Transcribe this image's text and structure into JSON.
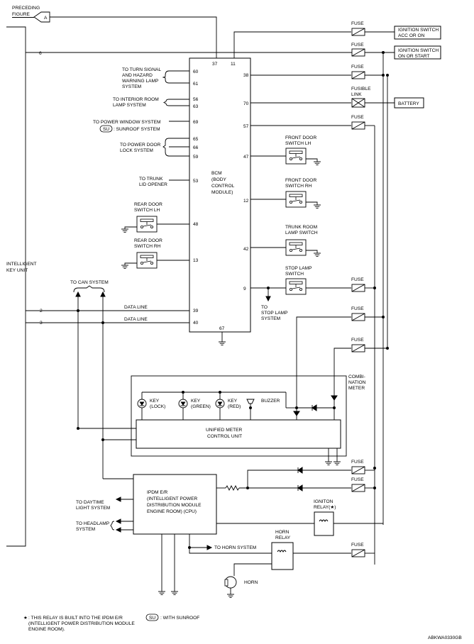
{
  "preceding": {
    "line1": "PRECEDING",
    "line2": "FIGURE",
    "marker": "A"
  },
  "iku": {
    "line1": "INTELLIGENT",
    "line2": "KEY UNIT",
    "pin6": "6",
    "pin2": "2",
    "pin3": "3"
  },
  "bcm": {
    "line1": "BCM",
    "line2": "(BODY",
    "line3": "CONTROL",
    "line4": "MODULE)",
    "pins": {
      "p37": "37",
      "p11": "11",
      "p60": "60",
      "p61": "61",
      "p56": "56",
      "p63": "63",
      "p69": "69",
      "p65": "65",
      "p66": "66",
      "p59": "59",
      "p53": "53",
      "p48": "48",
      "p13": "13",
      "p39": "39",
      "p40": "40",
      "p67": "67",
      "p38": "38",
      "p70": "70",
      "p57": "57",
      "p47": "47",
      "p12": "12",
      "p42": "42",
      "p9": "9"
    }
  },
  "left_labels": {
    "turn1": "TO TURN SIGNAL",
    "turn2": "AND HAZARD",
    "turn3": "WARNING LAMP",
    "turn4": "SYSTEM",
    "room1": "TO INTERIOR ROOM",
    "room2": "LAMP SYSTEM",
    "pw": "TO POWER WINDOW SYSTEM",
    "su_sun": "SU",
    "sunroof": ": SUNROOF SYSTEM",
    "pdl1": "TO POWER DOOR",
    "pdl2": "LOCK SYSTEM",
    "trunk1": "TO TRUNK",
    "trunk2": "LID OPENER",
    "rdlh1": "REAR DOOR",
    "rdlh2": "SWITCH LH",
    "rdrh1": "REAR DOOR",
    "rdrh2": "SWITCH RH",
    "can": "TO CAN SYSTEM",
    "data1": "DATA LINE",
    "data2": "DATA LINE"
  },
  "right_labels": {
    "fuse": "FUSE",
    "acc1": "IGNITION SWITCH",
    "acc2": "ACC OR ON",
    "on1": "IGNITION SWITCH",
    "on2": "ON OR START",
    "fl1": "FUSIBLE",
    "fl2": "LINK",
    "battery": "BATTERY",
    "fdlh1": "FRONT DOOR",
    "fdlh2": "SWITCH LH",
    "fdrh1": "FRONT DOOR",
    "fdrh2": "SWITCH RH",
    "trl1": "TRUNK ROOM",
    "trl2": "LAMP SWITCH",
    "stop1": "STOP LAMP",
    "stop2": "SWITCH",
    "tostop1": "TO",
    "tostop2": "STOP LAMP",
    "tostop3": "SYSTEM"
  },
  "meter": {
    "c1": "COMBI-",
    "c2": "NATION",
    "c3": "METER",
    "k1a": "KEY",
    "k1b": "(LOCK)",
    "k2a": "KEY",
    "k2b": "(GREEN)",
    "k3a": "KEY",
    "k3b": "(RED)",
    "buzzer": "BUZZER",
    "u1": "UNIFIED METER",
    "u2": "CONTROL UNIT"
  },
  "ipdm": {
    "l1": "IPDM E/R",
    "l2": "(INTELLIGENT POWER",
    "l3": "DISTRIBUTION MODULE",
    "l4": "ENGINE ROOM) (CPU)",
    "day1": "TO DAYTIME",
    "day2": "LIGHT SYSTEM",
    "head1": "TO HEADLAMP",
    "head2": "SYSTEM",
    "horn_sys": "TO HORN SYSTEM",
    "ign1": "IGNITON",
    "ign2": "RELAY(★)",
    "hr1": "HORN",
    "hr2": "RELAY",
    "horn": "HORN"
  },
  "footer": {
    "star": "★",
    "n1": ": THIS RELAY IS BUILT INTO THE IPDM E/R",
    "n2": "(INTELLIGENT POWER DISTRIBUTION MODULE",
    "n3": "ENGINE ROOM).",
    "su": "SU",
    "su_note": ": WITH SUNROOF",
    "code": "ABKWA0330GB"
  }
}
